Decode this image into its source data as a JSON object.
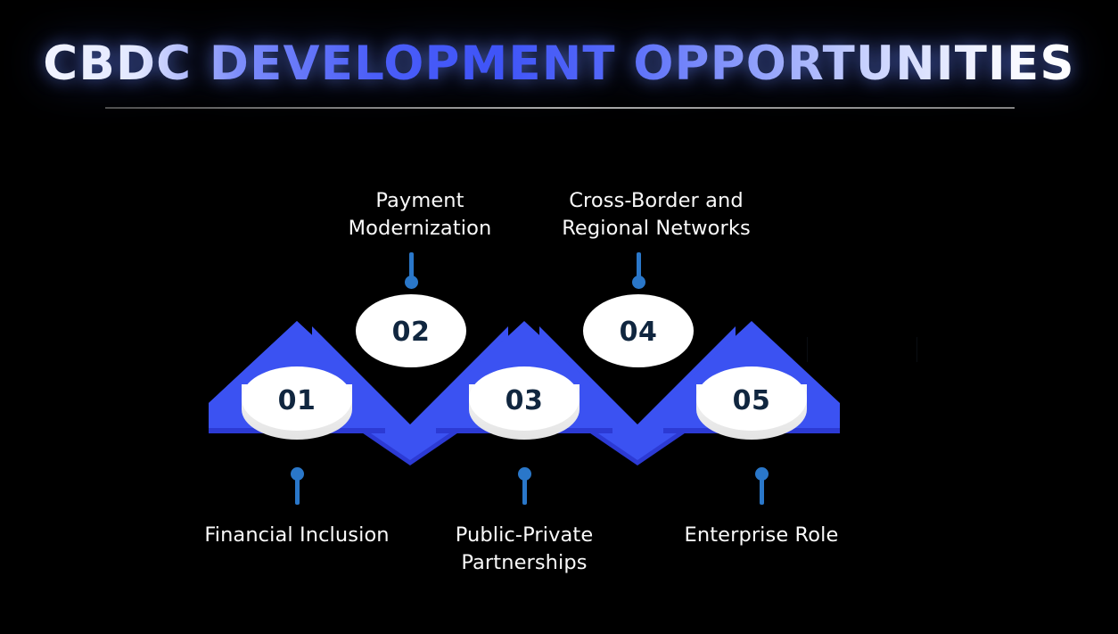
{
  "header": {
    "title": "CBDC DEVELOPMENT OPPORTUNITIES"
  },
  "colors": {
    "background": "#000000",
    "chevron_top": "#3b52f2",
    "chevron_side": "#2c3ad4",
    "disc_top": "#ffffff",
    "disc_side": "#e6e6e6",
    "number_text": "#10263f",
    "pin": "#2a77c9",
    "caption_text": "#fafafa",
    "rule": "#b4b4b4"
  },
  "diagram": {
    "type": "zigzag-chevron-process",
    "steps": [
      {
        "number": "01",
        "label": "Financial Inclusion",
        "position": "bottom",
        "chevron": "up"
      },
      {
        "number": "02",
        "label": "Payment\nModernization",
        "position": "top",
        "chevron": "down"
      },
      {
        "number": "03",
        "label": "Public-Private\nPartnerships",
        "position": "bottom",
        "chevron": "up"
      },
      {
        "number": "04",
        "label": "Cross-Border and\nRegional Networks",
        "position": "top",
        "chevron": "down"
      },
      {
        "number": "05",
        "label": "Enterprise Role",
        "position": "bottom",
        "chevron": "up"
      }
    ]
  }
}
